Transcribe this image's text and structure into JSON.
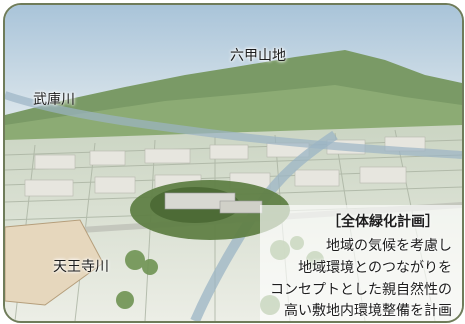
{
  "labels": {
    "mountain": "六甲山地",
    "river_left": "武庫川",
    "river_bottom": "天王寺川"
  },
  "caption": {
    "title": "［全体緑化計画］",
    "lines": [
      "地域の気候を考慮し",
      "地域環境とのつながりを",
      "コンセプトとした親自然性の",
      "高い敷地内環境整備を計画"
    ]
  },
  "colors": {
    "frame": "#6f7c5a",
    "sky": "#b8cfdf",
    "mountain": "#6f8d5a",
    "urban": "#c9cfc0",
    "greenery": "#5f7f45",
    "river": "#9bb4c4"
  }
}
